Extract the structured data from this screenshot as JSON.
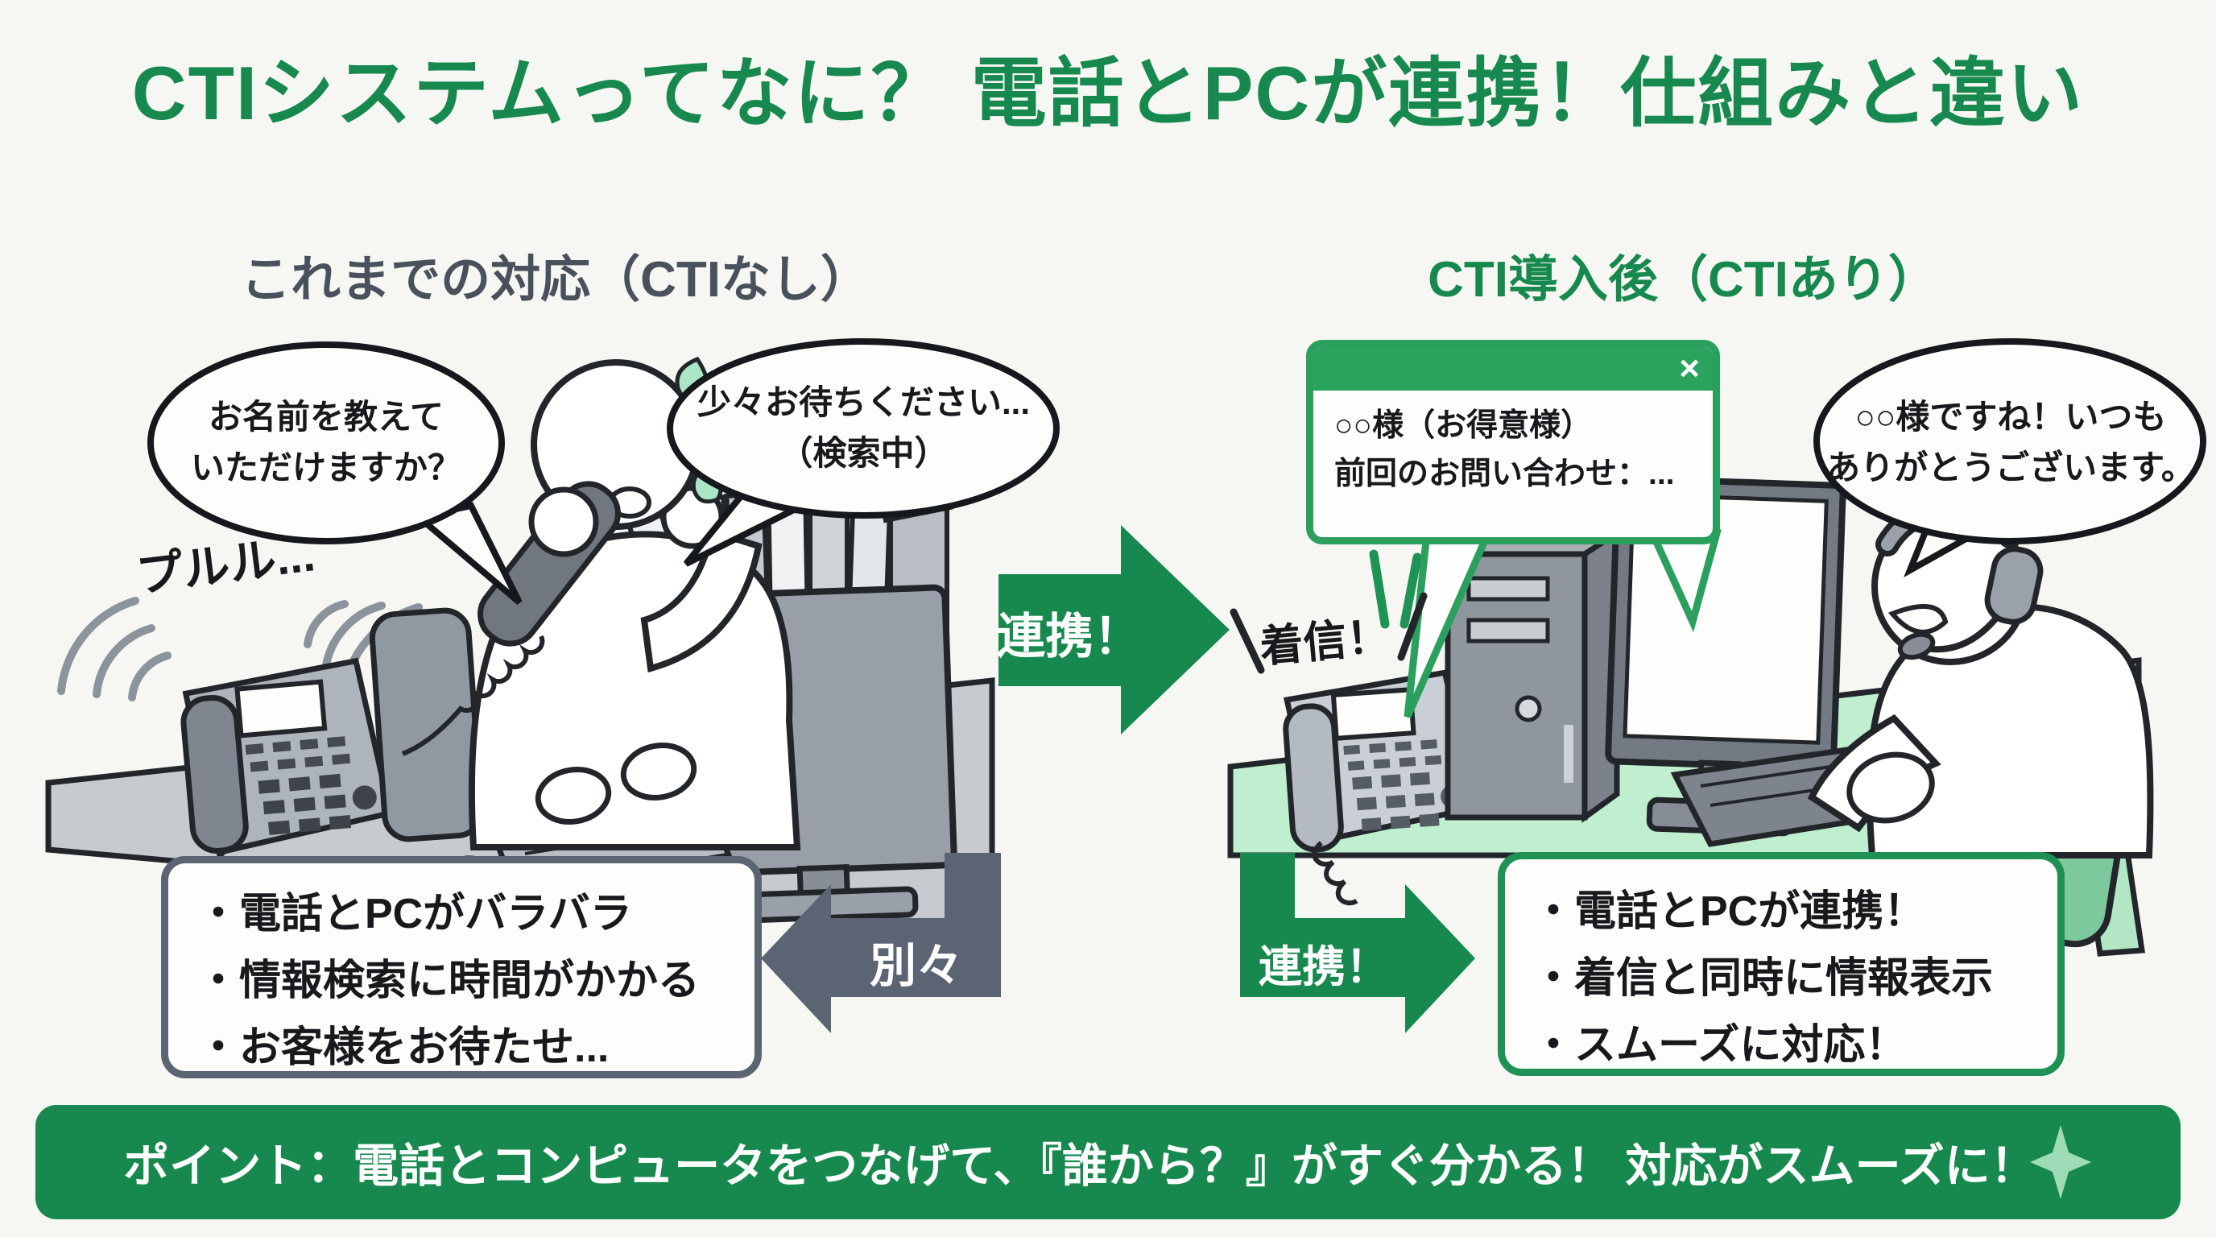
{
  "title": "CTIシステムってなに？ 電話とPCが連携！仕組みと違い",
  "left": {
    "heading": "これまでの対応（CTIなし）",
    "bubble1_line1": "お名前を教えて",
    "bubble1_line2": "いただけますか？",
    "bubble2_line1": "少々お待ちください...",
    "bubble2_line2": "（検索中）",
    "ring_label": "プルル...",
    "issues": [
      "・電話とPCがバラバラ",
      "・情報検索に時間がかかる",
      "・お客様をお待たせ..."
    ],
    "separate_label": "別々"
  },
  "center": {
    "link_label": "連携！"
  },
  "right": {
    "heading": "CTI導入後（CTIあり）",
    "popup_line1": "○○様（お得意様）",
    "popup_line2": "前回のお問い合わせ：...",
    "popup_close": "×",
    "incoming_label": "着信！",
    "bubble_line1": "○○様ですね！いつも",
    "bubble_line2": "ありがとうございます。",
    "benefits": [
      "・電話とPCが連携！",
      "・着信と同時に情報表示",
      "・スムーズに対応！"
    ],
    "link_label": "連携！"
  },
  "footer": {
    "text": "ポイント：電話とコンピュータをつなげて、『誰から？』がすぐ分かる！ 対応がスムーズに！"
  },
  "colors": {
    "brand_green": "#17894e",
    "popup_green": "#2aa35f",
    "slate_gray": "#5b6472",
    "heading_gray": "#49515c",
    "desk_gray": "#c7cbd0",
    "desk_mint": "#c0efd0",
    "chair_green": "#7dc89c",
    "sweat_mint": "#abe6c6",
    "text_black": "#17191d",
    "background": "#f6f7f3"
  }
}
